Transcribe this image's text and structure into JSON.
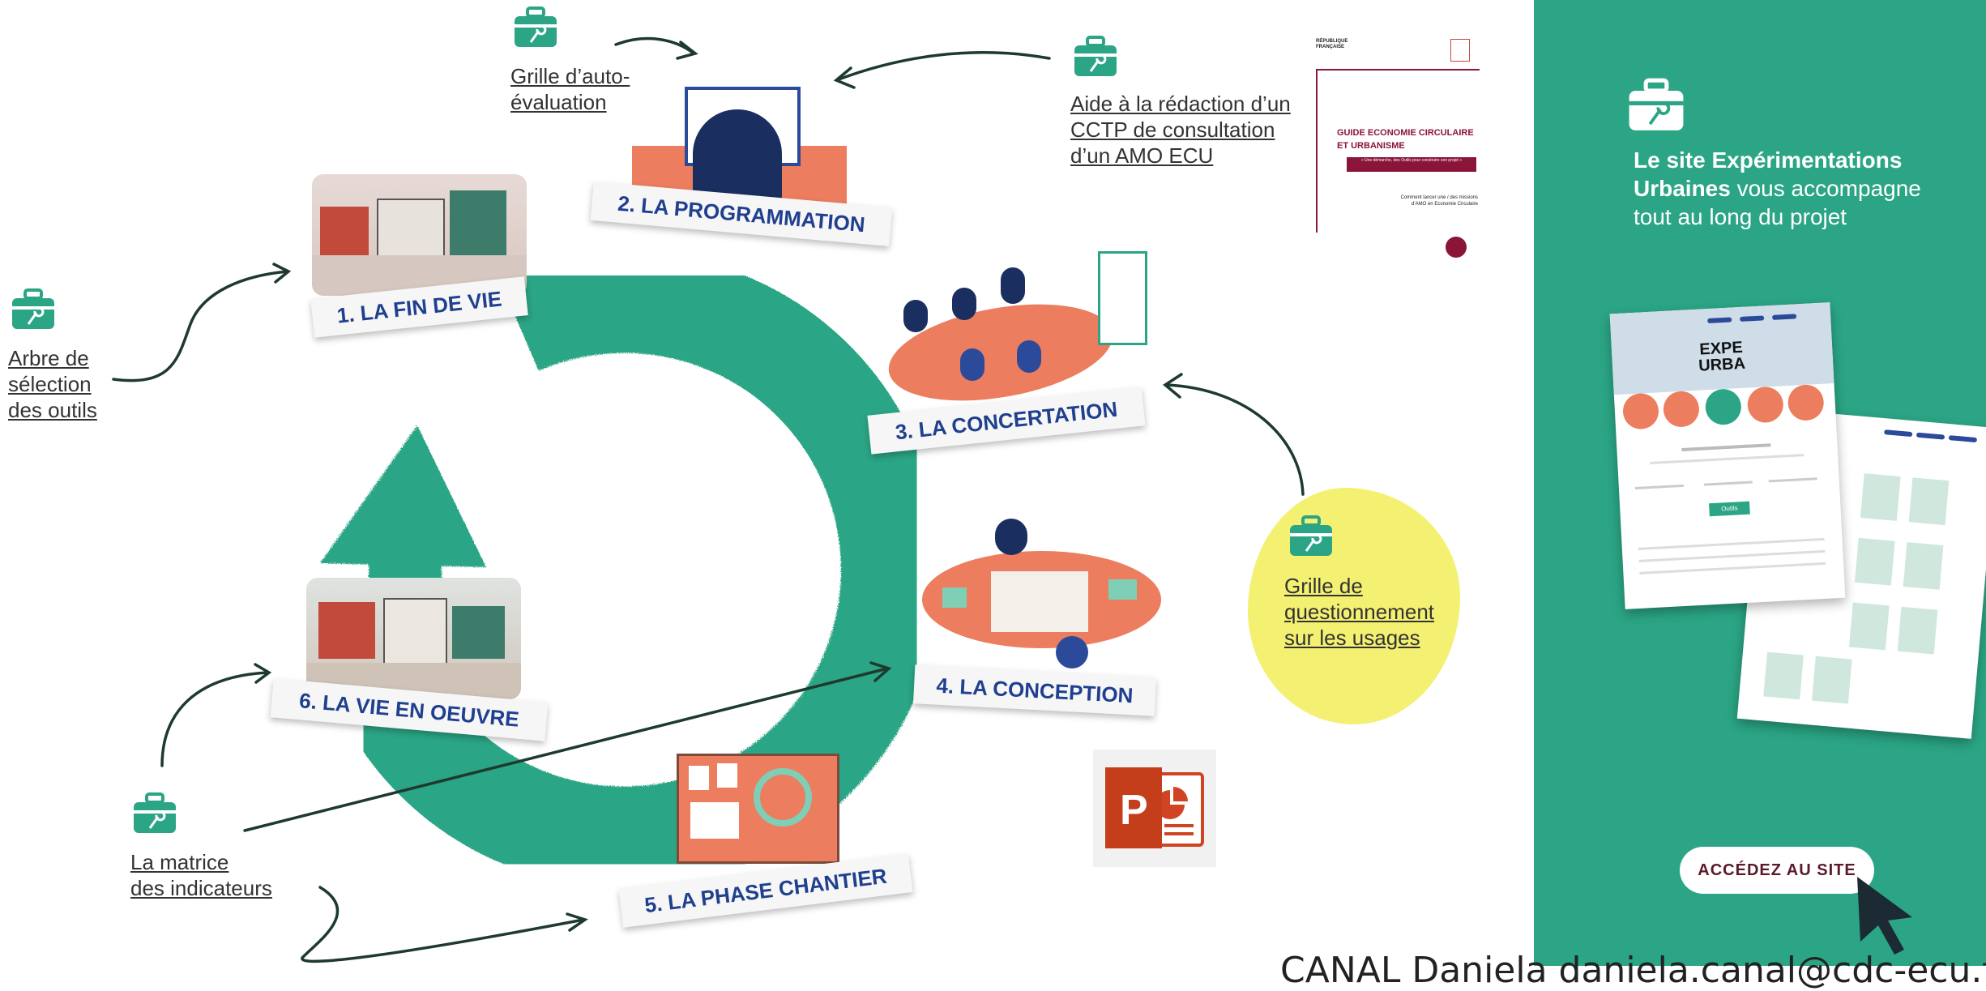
{
  "colors": {
    "teal": "#2ba585",
    "salmon": "#ec7d5f",
    "navy": "#1f3f8f",
    "highlight": "#f3f06a",
    "wine": "#8a1538"
  },
  "tools": {
    "autoeval": "Grille d’auto-\névaluation",
    "cctp": "Aide à la rédaction d’un\nCCTP de consultation\nd’un AMO ECU",
    "arbre": "Arbre de\nsélection\ndes outils",
    "questionnement": "Grille de\nquestionnement\nsur les usages",
    "matrice": "La matrice\ndes indicateurs"
  },
  "stages": {
    "s1": "1. LA FIN DE VIE",
    "s2": "2. LA PROGRAMMATION",
    "s3": "3. LA CONCERTATION",
    "s4": "4. LA CONCEPTION",
    "s5": "5. LA PHASE CHANTIER",
    "s6": "6. LA VIE EN OEUVRE"
  },
  "guide": {
    "republic": "RÉPUBLIQUE\nFRANÇAISE",
    "title": "GUIDE ECONOMIE CIRCULAIRE\nET URBANISME",
    "banner": "« Une démarche, des Outils pour construire son projet »",
    "subtitle": "Comment lancer une / des missions\nd’AMO en Economie Circulaire"
  },
  "sidebar": {
    "bold": "Le site Expérimentations Urbaines",
    "rest": " vous accompagne tout au long du projet",
    "cta": "ACCÉDEZ AU SITE",
    "site_logo_top": "EXPE",
    "site_logo_bottom": "URBA",
    "site_button": "Outils"
  },
  "icons": {
    "toolbox": "toolbox-icon",
    "powerpoint": "powerpoint-icon",
    "cursor": "cursor-arrow-icon"
  },
  "footer": {
    "canal": "CANAL Daniela daniela.canal@cdc-ecu.fr"
  }
}
